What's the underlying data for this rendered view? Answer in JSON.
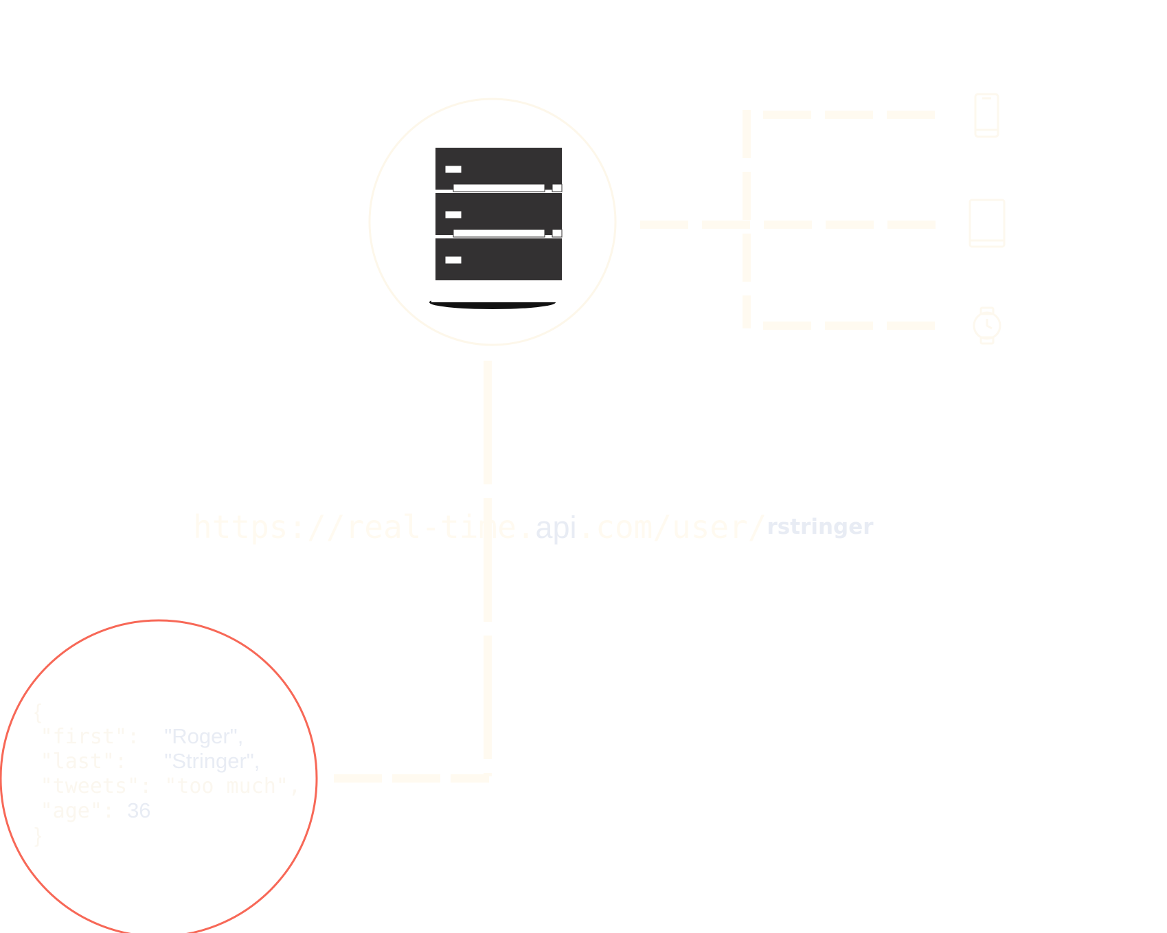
{
  "colors": {
    "connector": "#fffaf0",
    "device_icon": "#fdf8ee",
    "server_dark": "#333132",
    "server_ring": "#fdf7ea",
    "json_ring": "#f76857",
    "text_light": "#e8ecf4"
  },
  "server": {
    "icon": "server-rack-icon"
  },
  "devices": [
    {
      "icon": "smartphone-icon"
    },
    {
      "icon": "tablet-icon"
    },
    {
      "icon": "smartwatch-icon"
    }
  ],
  "url": {
    "prefix": "https://real-time.",
    "api": "api",
    "path": ".com/user/",
    "username": "rstringer"
  },
  "json": {
    "open": "{",
    "rows": [
      {
        "key": "\"first\"",
        "sep": ":  ",
        "value": "\"Roger\",",
        "value_style": "sans"
      },
      {
        "key": "\"last\"",
        "sep": ":   ",
        "value": "\"Stringer\",",
        "value_style": "sans"
      },
      {
        "key": "\"tweets\"",
        "sep": ": ",
        "value": "\"too much\",",
        "value_style": "mono"
      },
      {
        "key": "\"age\"",
        "sep": ": ",
        "value": "36",
        "value_style": "sans"
      }
    ],
    "close": "}"
  }
}
